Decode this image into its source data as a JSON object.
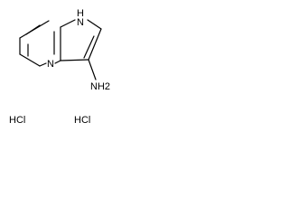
{
  "molecule": {
    "atoms": {
      "nh": "H",
      "n_pyrrole": "N",
      "n_pyridine": "N",
      "amine": "NH2"
    }
  },
  "salts": [
    {
      "label": "HCl"
    },
    {
      "label": "HCl"
    }
  ],
  "colors": {
    "ink": "#000000",
    "background": "#ffffff"
  }
}
